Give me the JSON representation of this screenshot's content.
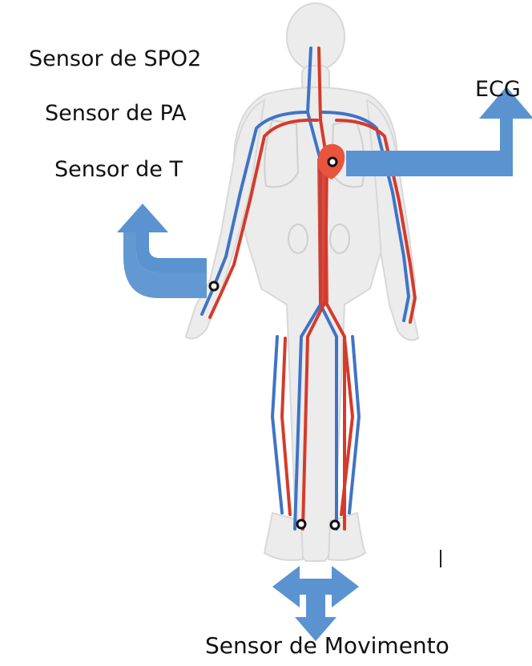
{
  "labels": {
    "spo2": "Sensor de SPO2",
    "pa": "Sensor de PA",
    "t": "Sensor de T",
    "ecg": "ECG",
    "movimento": "Sensor de Movimento"
  },
  "colors": {
    "arrow": "#5b93d0",
    "artery": "#d63a2a",
    "vein": "#3f74c6",
    "body": "#ececec",
    "heart": "#e8553c",
    "marker": "#111111"
  },
  "icons": {
    "body": "human-circulatory-system-icon",
    "heart": "heart-icon",
    "sensor": "sensor-point-icon"
  }
}
